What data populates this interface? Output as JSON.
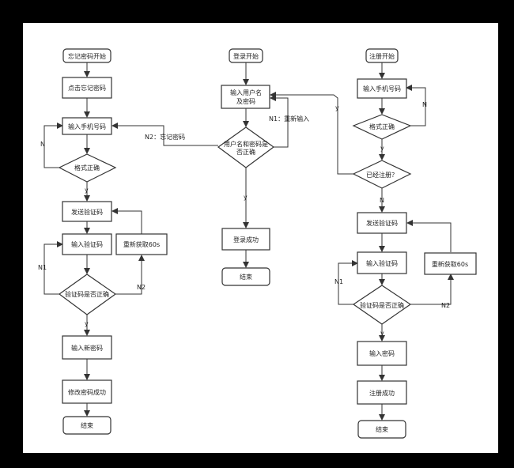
{
  "forgot": {
    "start": "忘记密码开始",
    "click": "点击忘记密码",
    "input_phone": "输入手机号码",
    "format_ok": "格式正确",
    "send_code": "发送验证码",
    "input_code": "输入验证码",
    "resend": "重新获取60s",
    "code_ok": "验证码是否正确",
    "input_new_pwd": "输入新密码",
    "modify_ok": "修改密码成功",
    "end": "结束",
    "label_n": "N",
    "label_y1": "y",
    "label_y2": "y",
    "label_n1": "N1",
    "label_n2": "N2"
  },
  "login": {
    "start": "登录开始",
    "input_line1": "输入用户名",
    "input_line2": "及密码",
    "check_line1": "用户名和密码是",
    "check_line2": "否正确",
    "success": "登录成功",
    "end": "结束",
    "label_n1": "N1：重新输入",
    "label_n2": "N2：忘记密码",
    "label_y": "y"
  },
  "register": {
    "start": "注册开始",
    "input_phone": "输入手机号码",
    "format_ok": "格式正确",
    "registered": "已经注册？",
    "send_code": "发送验证码",
    "input_code": "输入验证码",
    "resend": "重新获取60s",
    "code_ok": "验证码是否正确",
    "input_pwd": "输入密码",
    "success": "注册成功",
    "end": "结束",
    "label_n": "N",
    "label_y1": "y",
    "label_y_top": "y",
    "label_n_reg": "N",
    "label_n1": "N1",
    "label_n2": "N2",
    "label_y2": "y"
  }
}
